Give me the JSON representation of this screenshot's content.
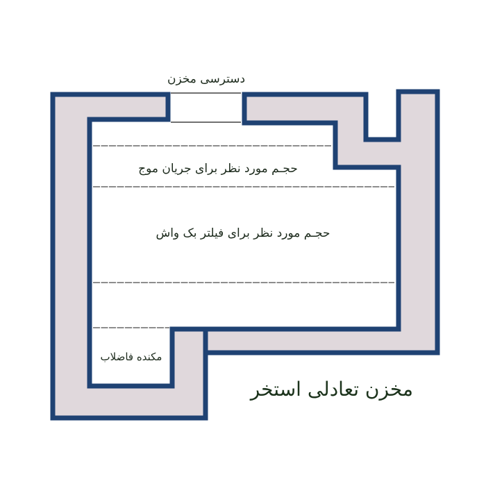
{
  "diagram": {
    "title": "مخزن تعادلی استخر",
    "labels": {
      "tank_access": "دسترسی مخزن",
      "wave_volume": "حجـم مورد نظر برای جریان موج",
      "backwash_volume": "حجـم مورد نظر برای فیلتر بک واش",
      "sewer_outlet": "مکنده فاضلاب"
    },
    "colors": {
      "wall_fill": "#e0d8dc",
      "wall_stroke": "#1f4273",
      "text": "#1c2a1c",
      "title_text": "#1c331c"
    }
  }
}
